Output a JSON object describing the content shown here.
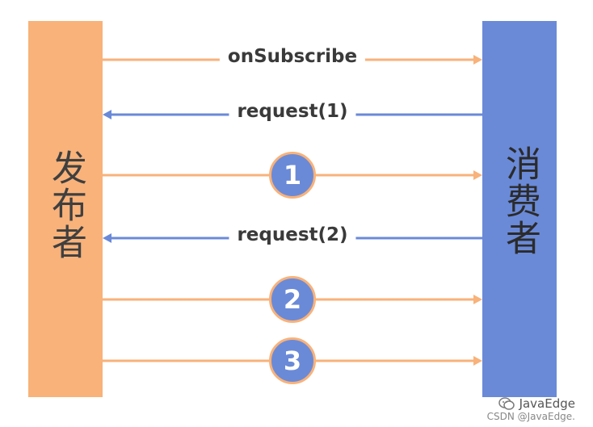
{
  "actors": {
    "publisher": "发布者",
    "consumer": "消费者"
  },
  "messages": [
    {
      "label": "onSubscribe",
      "direction": "to-consumer",
      "color": "#f8b27a"
    },
    {
      "label": "request(1)",
      "direction": "to-publisher",
      "color": "#6a8ad8"
    },
    {
      "step": "1",
      "direction": "to-consumer",
      "color": "#f8b27a"
    },
    {
      "label": "request(2)",
      "direction": "to-publisher",
      "color": "#6a8ad8"
    },
    {
      "step": "2",
      "direction": "to-consumer",
      "color": "#f8b27a"
    },
    {
      "step": "3",
      "direction": "to-consumer",
      "color": "#f8b27a"
    }
  ],
  "colors": {
    "publisher": "#f8b27a",
    "consumer": "#6a8ad8",
    "badge_border": "#f8b27a"
  },
  "watermark": {
    "brand": "JavaEdge",
    "source": "CSDN @JavaEdge."
  }
}
